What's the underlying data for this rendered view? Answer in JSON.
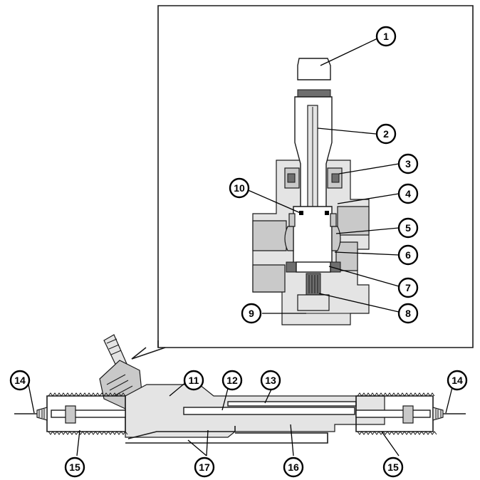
{
  "callouts": [
    {
      "id": "c1",
      "label": "1"
    },
    {
      "id": "c2",
      "label": "2"
    },
    {
      "id": "c3",
      "label": "3"
    },
    {
      "id": "c4",
      "label": "4"
    },
    {
      "id": "c5",
      "label": "5"
    },
    {
      "id": "c6",
      "label": "6"
    },
    {
      "id": "c7",
      "label": "7"
    },
    {
      "id": "c8",
      "label": "8"
    },
    {
      "id": "c9",
      "label": "9"
    },
    {
      "id": "c10",
      "label": "10"
    },
    {
      "id": "c11",
      "label": "11"
    },
    {
      "id": "c12",
      "label": "12"
    },
    {
      "id": "c13",
      "label": "13"
    },
    {
      "id": "c14a",
      "label": "14"
    },
    {
      "id": "c14b",
      "label": "14"
    },
    {
      "id": "c15a",
      "label": "15"
    },
    {
      "id": "c15b",
      "label": "15"
    },
    {
      "id": "c16",
      "label": "16"
    },
    {
      "id": "c17",
      "label": "17"
    }
  ],
  "colors": {
    "line": "#1a1a1a",
    "fill_gray": "#c9c9c9",
    "fill_light": "#e4e4e4",
    "background": "#ffffff"
  }
}
